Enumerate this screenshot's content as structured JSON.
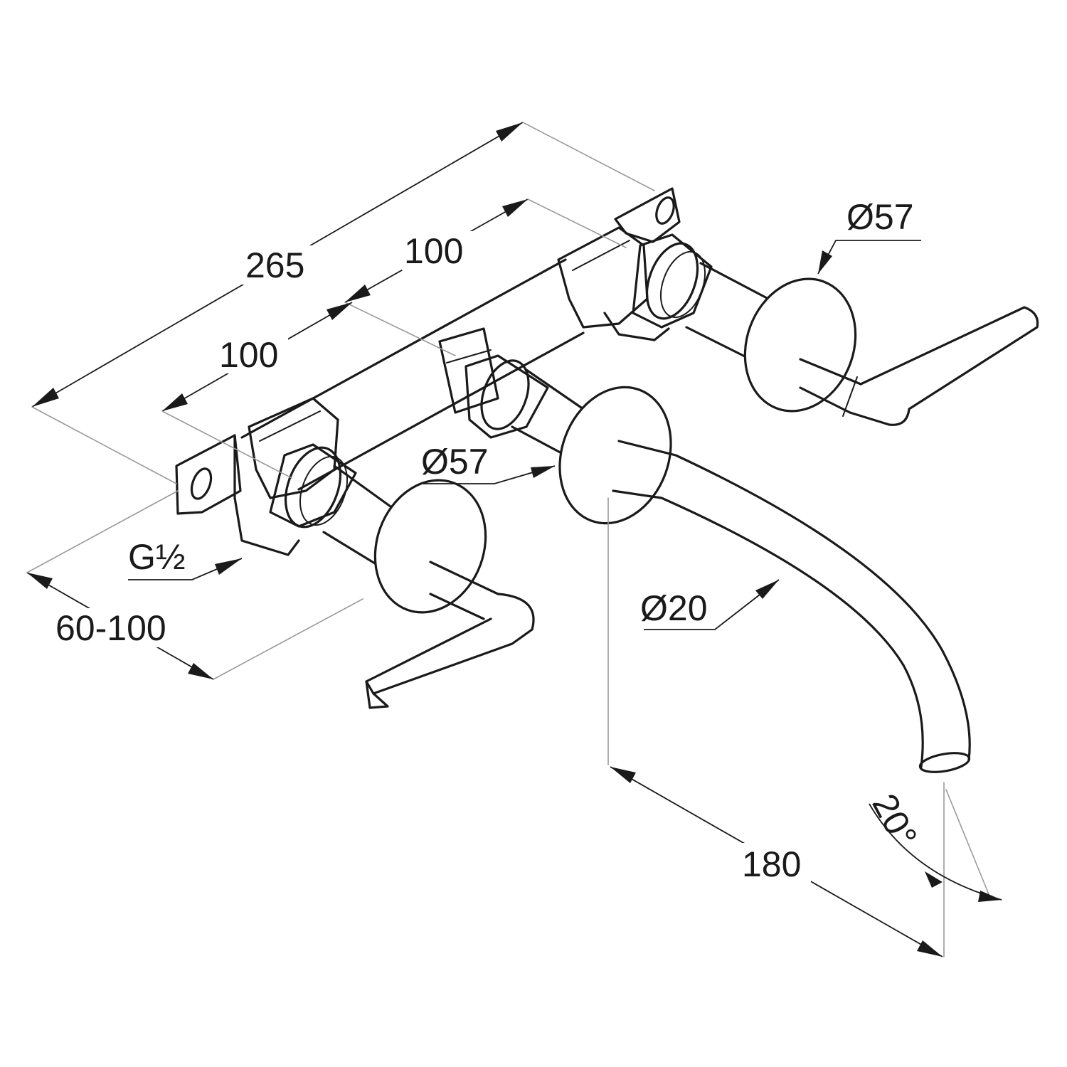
{
  "dimensions": {
    "overall_width": "265",
    "handle_spacing_right": "100",
    "handle_spacing_left": "100",
    "right_rosette_diameter": "Ø57",
    "spout_rosette_diameter": "Ø57",
    "connection_thread": "G½",
    "wall_depth_range": "60-100",
    "spout_diameter": "Ø20",
    "spout_projection": "180",
    "spout_angle": "20°"
  }
}
